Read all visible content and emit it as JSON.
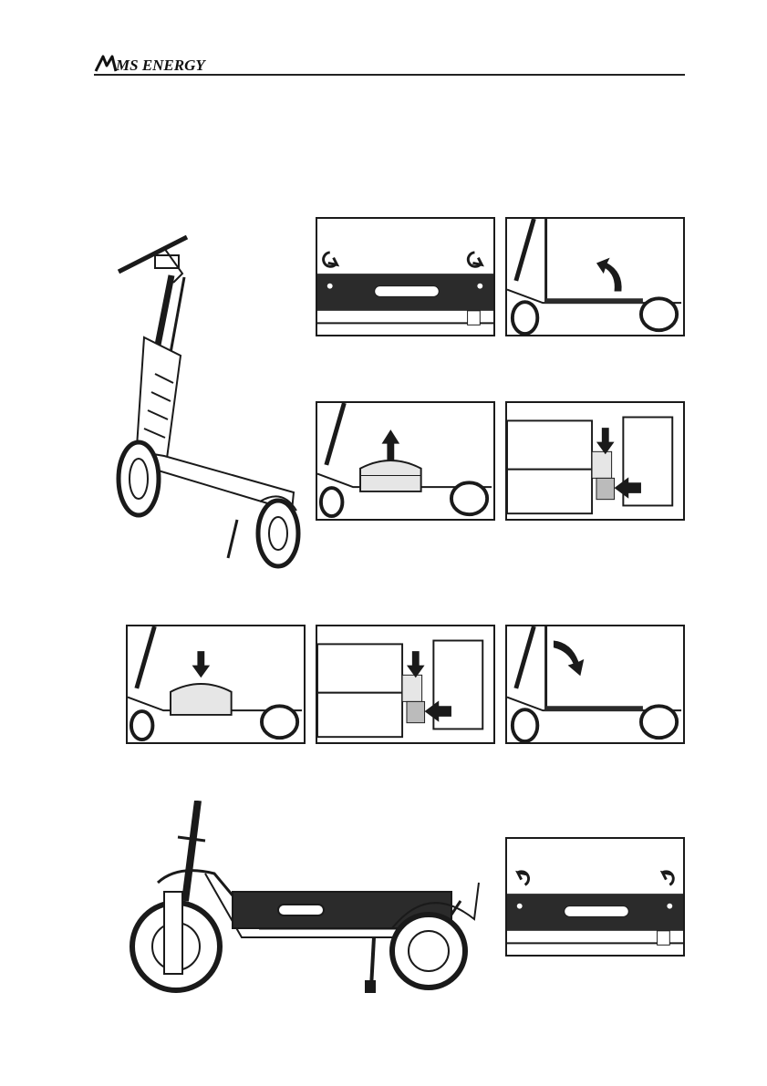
{
  "header": {
    "logo_text": "MS ENERGY",
    "logo_icon": "brand-logo"
  },
  "icons": {
    "screw_open": "rotate-ccw-icon",
    "screw_close": "rotate-cw-icon",
    "arrow_up": "arrow-up-icon",
    "arrow_down": "arrow-down-icon",
    "arrow_left": "arrow-left-icon",
    "lift": "curved-arrow-up-icon",
    "lower": "curved-arrow-down-icon"
  },
  "colors": {
    "ink": "#1a1a1a",
    "deck": "#2b2b2b",
    "battery": "#e6e6e6",
    "paper": "#ffffff"
  },
  "steps": [
    "remove-deck-screws",
    "lift-footplate",
    "remove-battery",
    "disconnect-connector",
    "insert-battery",
    "reconnect-connector",
    "close-footplate",
    "fasten-deck-screws"
  ]
}
